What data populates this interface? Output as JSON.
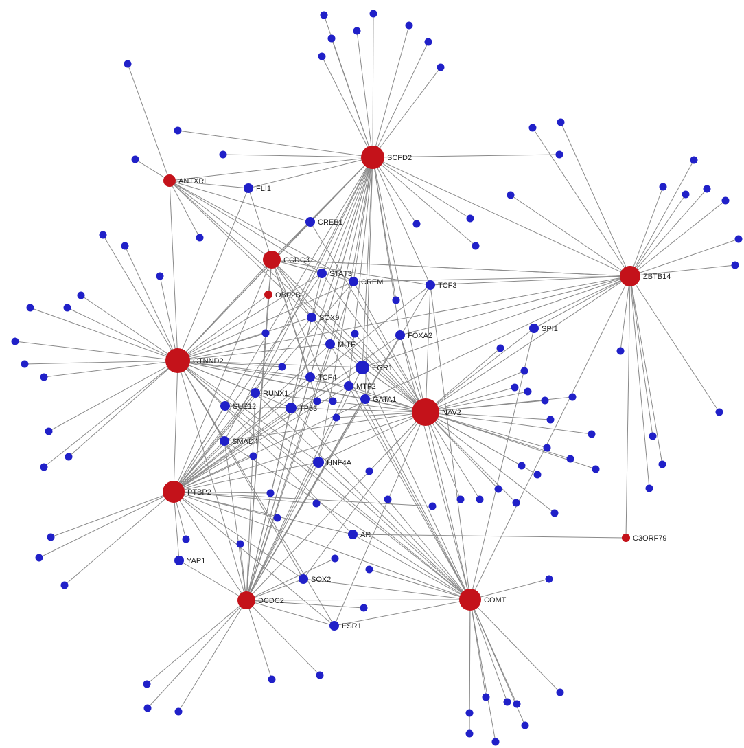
{
  "diagram": {
    "type": "gene-regulatory-network",
    "colors": {
      "hub_gene": "#c4121a",
      "regulator": "#2020c8",
      "edge": "#8a8a8a"
    },
    "hub_genes": [
      "SCFD2",
      "ANTXRL",
      "CCDC3",
      "OBP2B",
      "ZBTB14",
      "CTNND2",
      "NAV2",
      "PTBP2",
      "C3ORF79",
      "DCDC2",
      "COMT"
    ],
    "regulators": [
      "FLI1",
      "CREB1",
      "STAT3",
      "CREM",
      "TCF3",
      "SOX9",
      "MITF",
      "FOXA2",
      "SPI1",
      "EGR1",
      "TCF4",
      "MTF2",
      "RUNX1",
      "GATA1",
      "SUZ12",
      "TP53",
      "SMAD4",
      "HNF4A",
      "AR",
      "YAP1",
      "SOX2",
      "ESR1"
    ]
  }
}
